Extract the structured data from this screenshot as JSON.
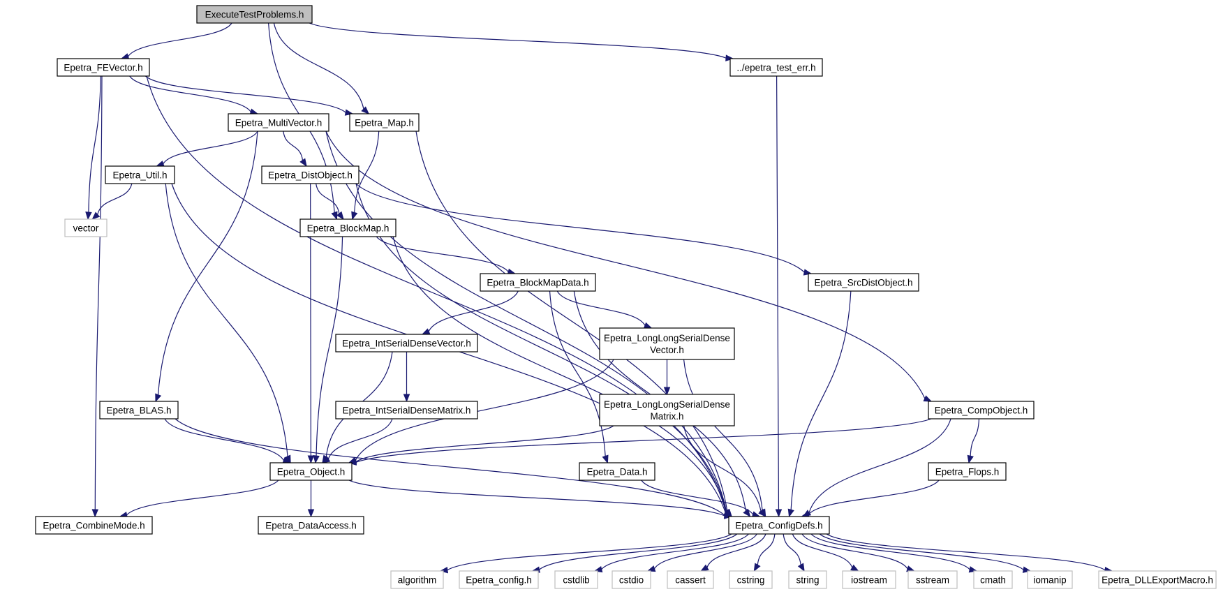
{
  "graph": {
    "root": "ExecuteTestProblems.h",
    "nodes": [
      {
        "id": "execute",
        "label": [
          "ExecuteTestProblems.h"
        ],
        "kind": "root"
      },
      {
        "id": "fevector",
        "label": [
          "Epetra_FEVector.h"
        ],
        "kind": "local"
      },
      {
        "id": "testerr",
        "label": [
          "../epetra_test_err.h"
        ],
        "kind": "local"
      },
      {
        "id": "multivector",
        "label": [
          "Epetra_MultiVector.h"
        ],
        "kind": "local"
      },
      {
        "id": "map",
        "label": [
          "Epetra_Map.h"
        ],
        "kind": "local"
      },
      {
        "id": "util",
        "label": [
          "Epetra_Util.h"
        ],
        "kind": "local"
      },
      {
        "id": "distobject",
        "label": [
          "Epetra_DistObject.h"
        ],
        "kind": "local"
      },
      {
        "id": "vector",
        "label": [
          "vector"
        ],
        "kind": "external"
      },
      {
        "id": "blockmap",
        "label": [
          "Epetra_BlockMap.h"
        ],
        "kind": "local"
      },
      {
        "id": "blockmapdata",
        "label": [
          "Epetra_BlockMapData.h"
        ],
        "kind": "local"
      },
      {
        "id": "srcdistobject",
        "label": [
          "Epetra_SrcDistObject.h"
        ],
        "kind": "local"
      },
      {
        "id": "intsdvector",
        "label": [
          "Epetra_IntSerialDenseVector.h"
        ],
        "kind": "local"
      },
      {
        "id": "llsdvector",
        "label": [
          "Epetra_LongLongSerialDense",
          "Vector.h"
        ],
        "kind": "local"
      },
      {
        "id": "blas",
        "label": [
          "Epetra_BLAS.h"
        ],
        "kind": "local"
      },
      {
        "id": "intsdmatrix",
        "label": [
          "Epetra_IntSerialDenseMatrix.h"
        ],
        "kind": "local"
      },
      {
        "id": "llsdmatrix",
        "label": [
          "Epetra_LongLongSerialDense",
          "Matrix.h"
        ],
        "kind": "local"
      },
      {
        "id": "compobject",
        "label": [
          "Epetra_CompObject.h"
        ],
        "kind": "local"
      },
      {
        "id": "object",
        "label": [
          "Epetra_Object.h"
        ],
        "kind": "local"
      },
      {
        "id": "data",
        "label": [
          "Epetra_Data.h"
        ],
        "kind": "local"
      },
      {
        "id": "flops",
        "label": [
          "Epetra_Flops.h"
        ],
        "kind": "local"
      },
      {
        "id": "combinemode",
        "label": [
          "Epetra_CombineMode.h"
        ],
        "kind": "local"
      },
      {
        "id": "dataaccess",
        "label": [
          "Epetra_DataAccess.h"
        ],
        "kind": "local"
      },
      {
        "id": "configdefs",
        "label": [
          "Epetra_ConfigDefs.h"
        ],
        "kind": "local"
      },
      {
        "id": "algorithm",
        "label": [
          "algorithm"
        ],
        "kind": "external"
      },
      {
        "id": "epconfig",
        "label": [
          "Epetra_config.h"
        ],
        "kind": "external"
      },
      {
        "id": "cstdlib",
        "label": [
          "cstdlib"
        ],
        "kind": "external"
      },
      {
        "id": "cstdio",
        "label": [
          "cstdio"
        ],
        "kind": "external"
      },
      {
        "id": "cassert",
        "label": [
          "cassert"
        ],
        "kind": "external"
      },
      {
        "id": "cstring",
        "label": [
          "cstring"
        ],
        "kind": "external"
      },
      {
        "id": "string",
        "label": [
          "string"
        ],
        "kind": "external"
      },
      {
        "id": "iostream",
        "label": [
          "iostream"
        ],
        "kind": "external"
      },
      {
        "id": "sstream",
        "label": [
          "sstream"
        ],
        "kind": "external"
      },
      {
        "id": "cmath",
        "label": [
          "cmath"
        ],
        "kind": "external"
      },
      {
        "id": "iomanip",
        "label": [
          "iomanip"
        ],
        "kind": "external"
      },
      {
        "id": "dllexport",
        "label": [
          "Epetra_DLLExportMacro.h"
        ],
        "kind": "external"
      }
    ],
    "edges": [
      [
        "execute",
        "fevector"
      ],
      [
        "execute",
        "testerr"
      ],
      [
        "execute",
        "blockmap"
      ],
      [
        "execute",
        "map"
      ],
      [
        "fevector",
        "multivector"
      ],
      [
        "fevector",
        "map"
      ],
      [
        "fevector",
        "vector"
      ],
      [
        "fevector",
        "combinemode"
      ],
      [
        "fevector",
        "configdefs"
      ],
      [
        "testerr",
        "configdefs"
      ],
      [
        "multivector",
        "util"
      ],
      [
        "multivector",
        "distobject"
      ],
      [
        "multivector",
        "blas"
      ],
      [
        "multivector",
        "compobject"
      ],
      [
        "multivector",
        "configdefs"
      ],
      [
        "map",
        "blockmap"
      ],
      [
        "map",
        "configdefs"
      ],
      [
        "util",
        "vector"
      ],
      [
        "util",
        "object"
      ],
      [
        "util",
        "configdefs"
      ],
      [
        "distobject",
        "blockmap"
      ],
      [
        "distobject",
        "object"
      ],
      [
        "distobject",
        "srcdistobject"
      ],
      [
        "distobject",
        "configdefs"
      ],
      [
        "blockmap",
        "blockmapdata"
      ],
      [
        "blockmap",
        "object"
      ],
      [
        "blockmap",
        "configdefs"
      ],
      [
        "blockmapdata",
        "intsdvector"
      ],
      [
        "blockmapdata",
        "llsdvector"
      ],
      [
        "blockmapdata",
        "data"
      ],
      [
        "blockmapdata",
        "configdefs"
      ],
      [
        "srcdistobject",
        "configdefs"
      ],
      [
        "intsdvector",
        "intsdmatrix"
      ],
      [
        "intsdvector",
        "object"
      ],
      [
        "llsdvector",
        "llsdmatrix"
      ],
      [
        "llsdvector",
        "object"
      ],
      [
        "llsdvector",
        "configdefs"
      ],
      [
        "blas",
        "object"
      ],
      [
        "blas",
        "configdefs"
      ],
      [
        "intsdmatrix",
        "object"
      ],
      [
        "llsdmatrix",
        "object"
      ],
      [
        "llsdmatrix",
        "configdefs"
      ],
      [
        "compobject",
        "flops"
      ],
      [
        "compobject",
        "object"
      ],
      [
        "compobject",
        "configdefs"
      ],
      [
        "object",
        "combinemode"
      ],
      [
        "object",
        "dataaccess"
      ],
      [
        "object",
        "configdefs"
      ],
      [
        "data",
        "configdefs"
      ],
      [
        "flops",
        "configdefs"
      ],
      [
        "configdefs",
        "algorithm"
      ],
      [
        "configdefs",
        "epconfig"
      ],
      [
        "configdefs",
        "cstdlib"
      ],
      [
        "configdefs",
        "cstdio"
      ],
      [
        "configdefs",
        "cassert"
      ],
      [
        "configdefs",
        "cstring"
      ],
      [
        "configdefs",
        "string"
      ],
      [
        "configdefs",
        "iostream"
      ],
      [
        "configdefs",
        "sstream"
      ],
      [
        "configdefs",
        "cmath"
      ],
      [
        "configdefs",
        "iomanip"
      ],
      [
        "configdefs",
        "dllexport"
      ]
    ]
  }
}
